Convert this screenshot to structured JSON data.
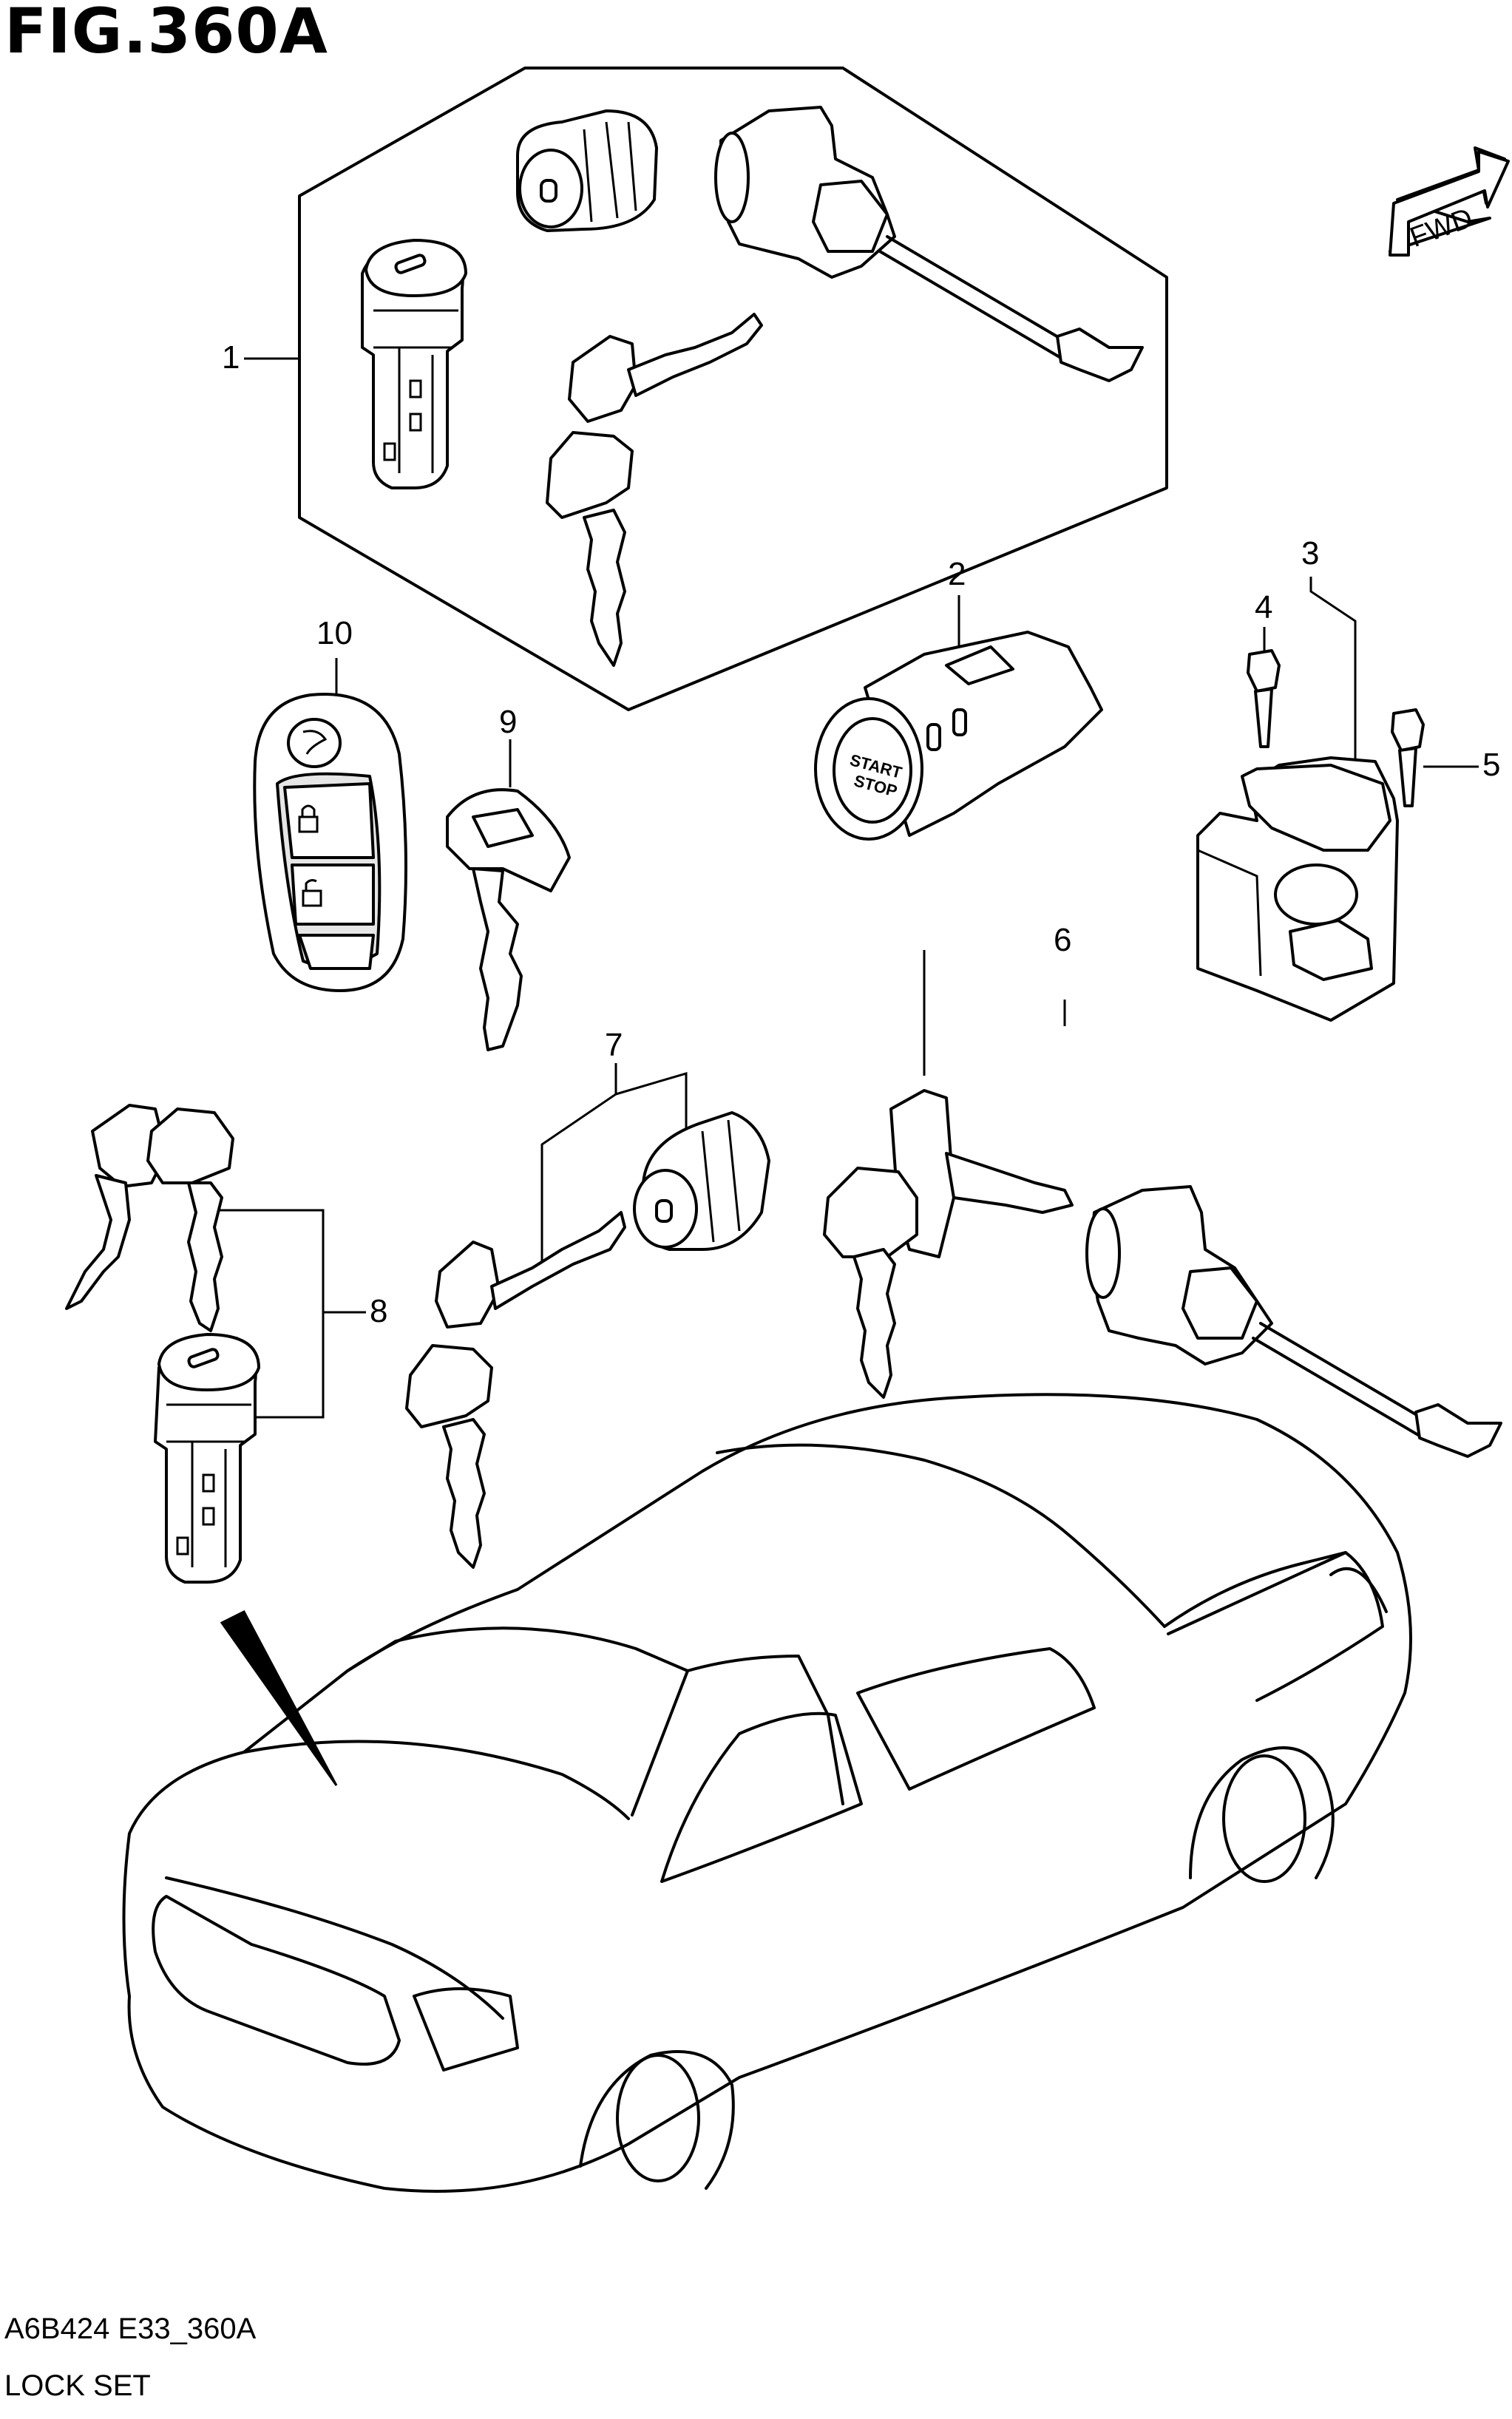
{
  "figure": {
    "title": "FIG.360A",
    "code": "A6B424 E33_360A",
    "name": "LOCK SET",
    "direction_label": "FWD",
    "direction_icon": "forward-arrow-icon"
  },
  "callouts": [
    "1",
    "2",
    "3",
    "4",
    "5",
    "6",
    "7",
    "8",
    "9",
    "10"
  ],
  "parts": [
    {
      "ref": "1",
      "icon": "lock-set-group-icon"
    },
    {
      "ref": "2",
      "icon": "start-stop-switch-icon"
    },
    {
      "ref": "3",
      "icon": "steering-lock-icon"
    },
    {
      "ref": "4",
      "icon": "bolt-icon"
    },
    {
      "ref": "5",
      "icon": "bolt-icon"
    },
    {
      "ref": "6",
      "icon": "door-lock-set-icon"
    },
    {
      "ref": "7",
      "icon": "lock-cylinder-set-icon"
    },
    {
      "ref": "8",
      "icon": "ignition-cylinder-set-icon"
    },
    {
      "ref": "9",
      "icon": "key-blank-icon"
    },
    {
      "ref": "10",
      "icon": "smart-key-fob-icon"
    }
  ],
  "switch_label": {
    "line1": "START",
    "line2": "STOP"
  }
}
